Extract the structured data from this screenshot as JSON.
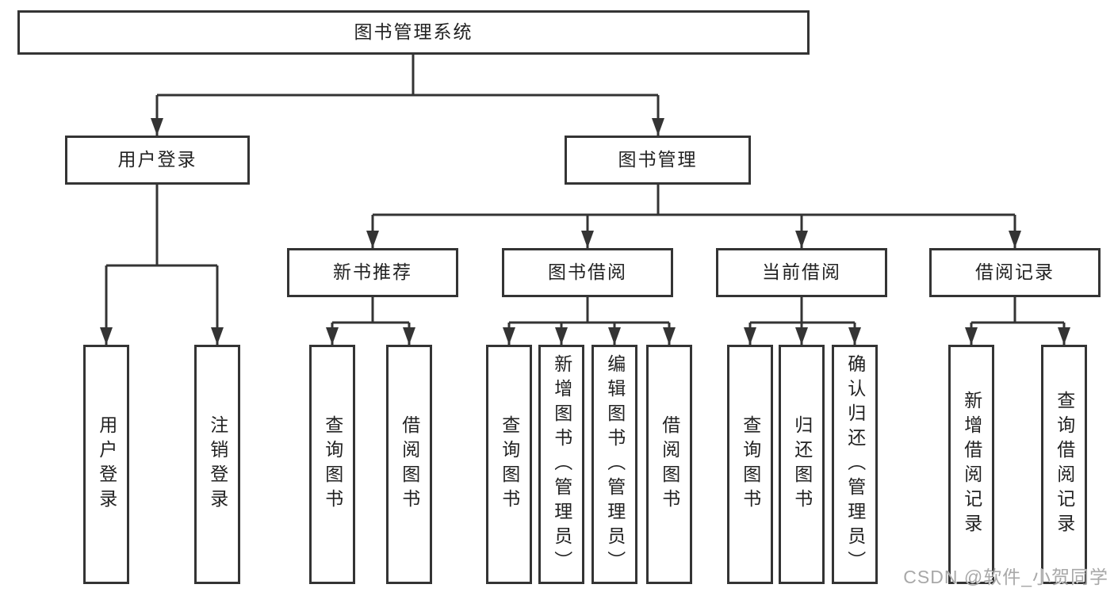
{
  "tree": {
    "label": "图书管理系统",
    "children": [
      {
        "label": "用户登录",
        "children": [
          {
            "label": "用户登录"
          },
          {
            "label": "注销登录"
          }
        ]
      },
      {
        "label": "图书管理",
        "children": [
          {
            "label": "新书推荐",
            "children": [
              {
                "label": "查询图书"
              },
              {
                "label": "借阅图书"
              }
            ]
          },
          {
            "label": "图书借阅",
            "children": [
              {
                "label": "查询图书"
              },
              {
                "label": "新增图书（管理员）"
              },
              {
                "label": "编辑图书（管理员）"
              },
              {
                "label": "借阅图书"
              }
            ]
          },
          {
            "label": "当前借阅",
            "children": [
              {
                "label": "查询图书"
              },
              {
                "label": "归还图书"
              },
              {
                "label": "确认归还（管理员）"
              }
            ]
          },
          {
            "label": "借阅记录",
            "children": [
              {
                "label": "新增借阅记录"
              },
              {
                "label": "查询借阅记录"
              }
            ]
          }
        ]
      }
    ]
  },
  "watermark": {
    "text": "CSDN @软件_小贺同学"
  },
  "colors": {
    "line": "#343434",
    "text": "#222222",
    "box_background": "#ffffff",
    "page_background": "#ffffff",
    "watermark": "#a8a8a8"
  }
}
